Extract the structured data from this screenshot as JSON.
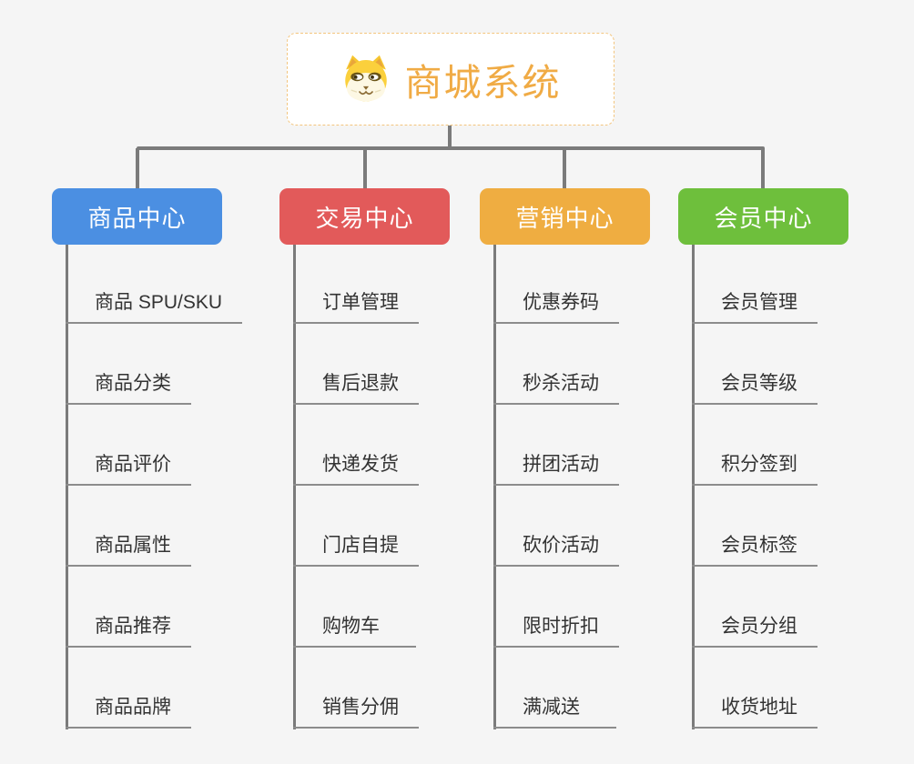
{
  "root": {
    "title": "商城系统",
    "icon": "doge-icon",
    "accent_color": "#f0ab45",
    "border_color": "#f3c57e"
  },
  "connector_color": "#7b7b7b",
  "background_color": "#f5f5f5",
  "branches": [
    {
      "label": "商品中心",
      "color": "#4b8fe2",
      "children": [
        "商品 SPU/SKU",
        "商品分类",
        "商品评价",
        "商品属性",
        "商品推荐",
        "商品品牌"
      ]
    },
    {
      "label": "交易中心",
      "color": "#e25a5a",
      "children": [
        "订单管理",
        "售后退款",
        "快递发货",
        "门店自提",
        "购物车",
        "销售分佣"
      ]
    },
    {
      "label": "营销中心",
      "color": "#efad41",
      "children": [
        "优惠券码",
        "秒杀活动",
        "拼团活动",
        "砍价活动",
        "限时折扣",
        "满减送"
      ]
    },
    {
      "label": "会员中心",
      "color": "#6ebf3c",
      "children": [
        "会员管理",
        "会员等级",
        "积分签到",
        "会员标签",
        "会员分组",
        "收货地址"
      ]
    }
  ]
}
